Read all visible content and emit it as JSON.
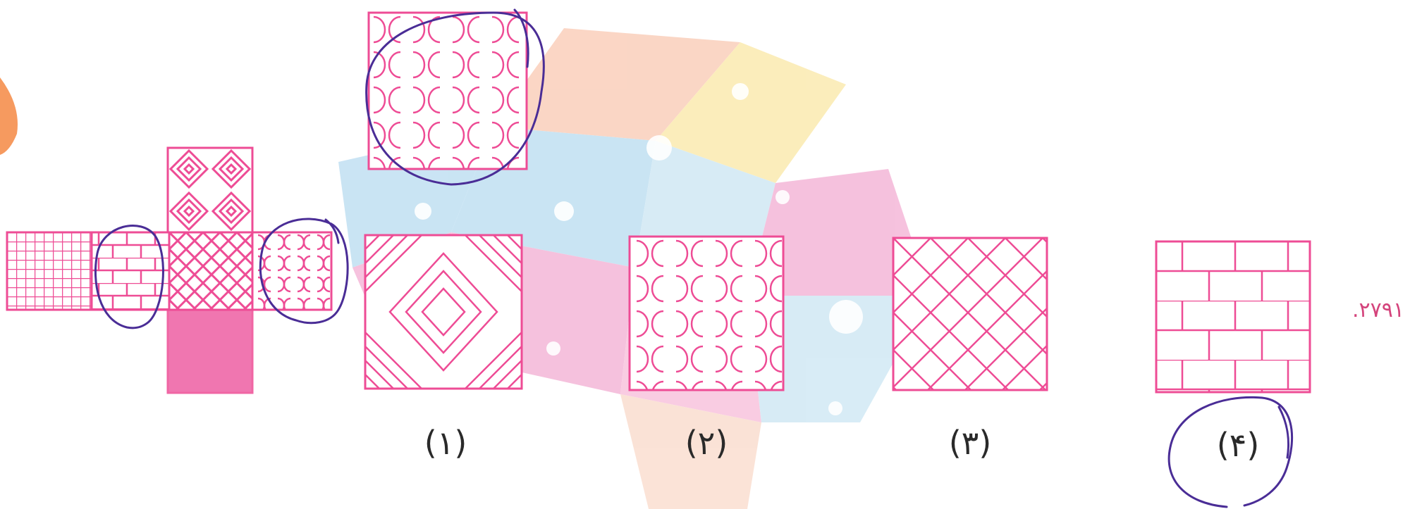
{
  "question": {
    "number": ".۲۷۹۱"
  },
  "options": [
    {
      "label": "(۱)",
      "pattern": "diamond-chevrons",
      "marked": false
    },
    {
      "label": "(۲)",
      "pattern": "semicircle-arcs",
      "marked": false
    },
    {
      "label": "(۳)",
      "pattern": "diagonal-crosshatch",
      "marked": false
    },
    {
      "label": "(۴)",
      "pattern": "brick-wall",
      "marked": true
    }
  ],
  "net": {
    "faces": [
      "diamond-chevrons",
      "small-grid",
      "brick-wall",
      "diagonal-crosshatch",
      "semicircle-arcs",
      "solid-pink"
    ]
  },
  "colors": {
    "pattern": "#ee4c95",
    "annotation": "#4a2d96",
    "watermark": [
      "#f6a57f",
      "#89c4e6",
      "#ea78b5",
      "#f7d86a",
      "#a8d5ea"
    ],
    "orange_blob": "#f69a5f"
  }
}
